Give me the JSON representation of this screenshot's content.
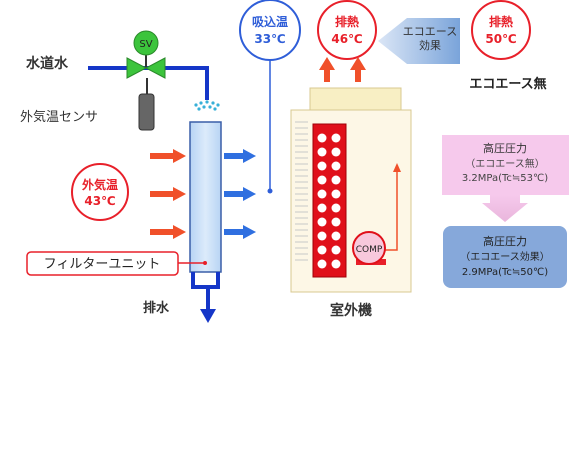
{
  "labels": {
    "water": "水道水",
    "sensor": "外気温センサ",
    "sv": "SV",
    "drain": "排水",
    "filter": "フィルターユニット",
    "outdoor_unit": "室外機",
    "comp": "COMP",
    "no_ecoace": "エコエース無"
  },
  "bubbles": {
    "outside_temp": {
      "label": "外気温",
      "value": "43℃"
    },
    "intake_temp": {
      "label": "吸込温",
      "value": "33℃"
    },
    "exhaust_effect": {
      "label": "排熱",
      "value": "46℃"
    },
    "exhaust_none": {
      "label": "排熱",
      "value": "50℃"
    }
  },
  "ecoace_effect": {
    "line1": "エコエース",
    "line2": "効果"
  },
  "pressure_none": {
    "title": "高圧圧力",
    "sub": "（エコエース無）",
    "value": "3.2MPa(Tc≒53℃)"
  },
  "pressure_effect": {
    "title": "高圧圧力",
    "sub": "（エコエース効果）",
    "value": "2.9MPa(Tc≒50℃)"
  },
  "colors": {
    "pipe_blue": "#1536c8",
    "arrow_red": "#f0502a",
    "arrow_blue": "#2f6fe0",
    "bubble_red": "#e8202a",
    "bubble_blue": "#2f5ed8",
    "unit_body": "#fdf7e6",
    "unit_top": "#f8efc4",
    "coil_red": "#e0101a",
    "sv_green": "#3cc43c",
    "pink_box": "#f6c9ec",
    "blue_box": "#86a8da"
  }
}
